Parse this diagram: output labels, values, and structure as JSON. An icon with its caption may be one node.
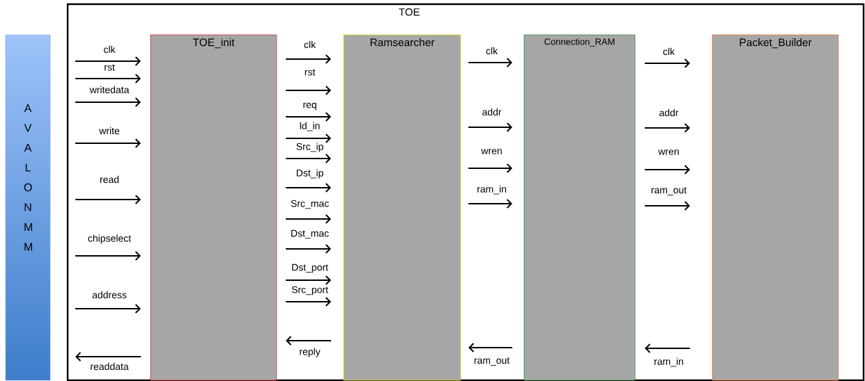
{
  "diagram": {
    "nodes": [
      {
        "text": [
          "TOE"
        ]
      },
      {
        "text": [
          "A V A L O N M M"
        ]
      },
      {
        "text": [
          "TOE_init"
        ],
        "in": 0
      },
      {
        "text": [
          "Ramsearcher"
        ],
        "in": 0
      },
      {
        "text": [
          "Connection_RAM"
        ],
        "in": 0
      },
      {
        "text": [
          "Packet_Builder"
        ],
        "in": 0
      }
    ],
    "edges": [
      {
        "from": 1,
        "to": 2,
        "arrow": "to",
        "label": "clk"
      },
      {
        "from": 1,
        "to": 2,
        "arrow": "to",
        "label": "rst"
      },
      {
        "from": 1,
        "to": 2,
        "arrow": "to",
        "label": "writedata"
      },
      {
        "from": 1,
        "to": 2,
        "arrow": "to",
        "label": "write"
      },
      {
        "from": 1,
        "to": 2,
        "arrow": "to",
        "label": "read"
      },
      {
        "from": 1,
        "to": 2,
        "arrow": "to",
        "label": "chipselect"
      },
      {
        "from": 1,
        "to": 2,
        "arrow": "to",
        "label": "address"
      },
      {
        "from": 2,
        "to": 1,
        "arrow": "to",
        "label": "readdata"
      },
      {
        "from": 2,
        "to": 3,
        "arrow": "to",
        "label": "clk"
      },
      {
        "from": 2,
        "to": 3,
        "arrow": "to",
        "label": "rst"
      },
      {
        "from": 2,
        "to": 3,
        "arrow": "to",
        "label": "req"
      },
      {
        "from": 2,
        "to": 3,
        "arrow": "to",
        "label": "ld_in"
      },
      {
        "from": 2,
        "to": 3,
        "arrow": "to",
        "label": "Src_ip"
      },
      {
        "from": 2,
        "to": 3,
        "arrow": "to",
        "label": "Dst_ip"
      },
      {
        "from": 2,
        "to": 3,
        "arrow": "to",
        "label": "Src_mac"
      },
      {
        "from": 2,
        "to": 3,
        "arrow": "to",
        "label": "Dst_mac"
      },
      {
        "from": 2,
        "to": 3,
        "arrow": "to",
        "label": "Dst_port"
      },
      {
        "from": 2,
        "to": 3,
        "arrow": "to",
        "label": "Src_port"
      },
      {
        "from": 3,
        "to": 2,
        "arrow": "to",
        "label": "reply"
      },
      {
        "from": 3,
        "to": 4,
        "arrow": "to",
        "label": "clk"
      },
      {
        "from": 3,
        "to": 4,
        "arrow": "to",
        "label": "addr"
      },
      {
        "from": 3,
        "to": 4,
        "arrow": "to",
        "label": "wren"
      },
      {
        "from": 3,
        "to": 4,
        "arrow": "to",
        "label": "ram_in"
      },
      {
        "from": 4,
        "to": 3,
        "arrow": "to",
        "label": "ram_out"
      },
      {
        "from": 4,
        "to": 5,
        "arrow": "to",
        "label": "clk"
      },
      {
        "from": 4,
        "to": 5,
        "arrow": "to",
        "label": "addr"
      },
      {
        "from": 4,
        "to": 5,
        "arrow": "to",
        "label": "wren"
      },
      {
        "from": 4,
        "to": 5,
        "arrow": "to",
        "label": "ram_out"
      },
      {
        "from": 5,
        "to": 4,
        "arrow": "to",
        "label": "ram_in"
      }
    ]
  }
}
